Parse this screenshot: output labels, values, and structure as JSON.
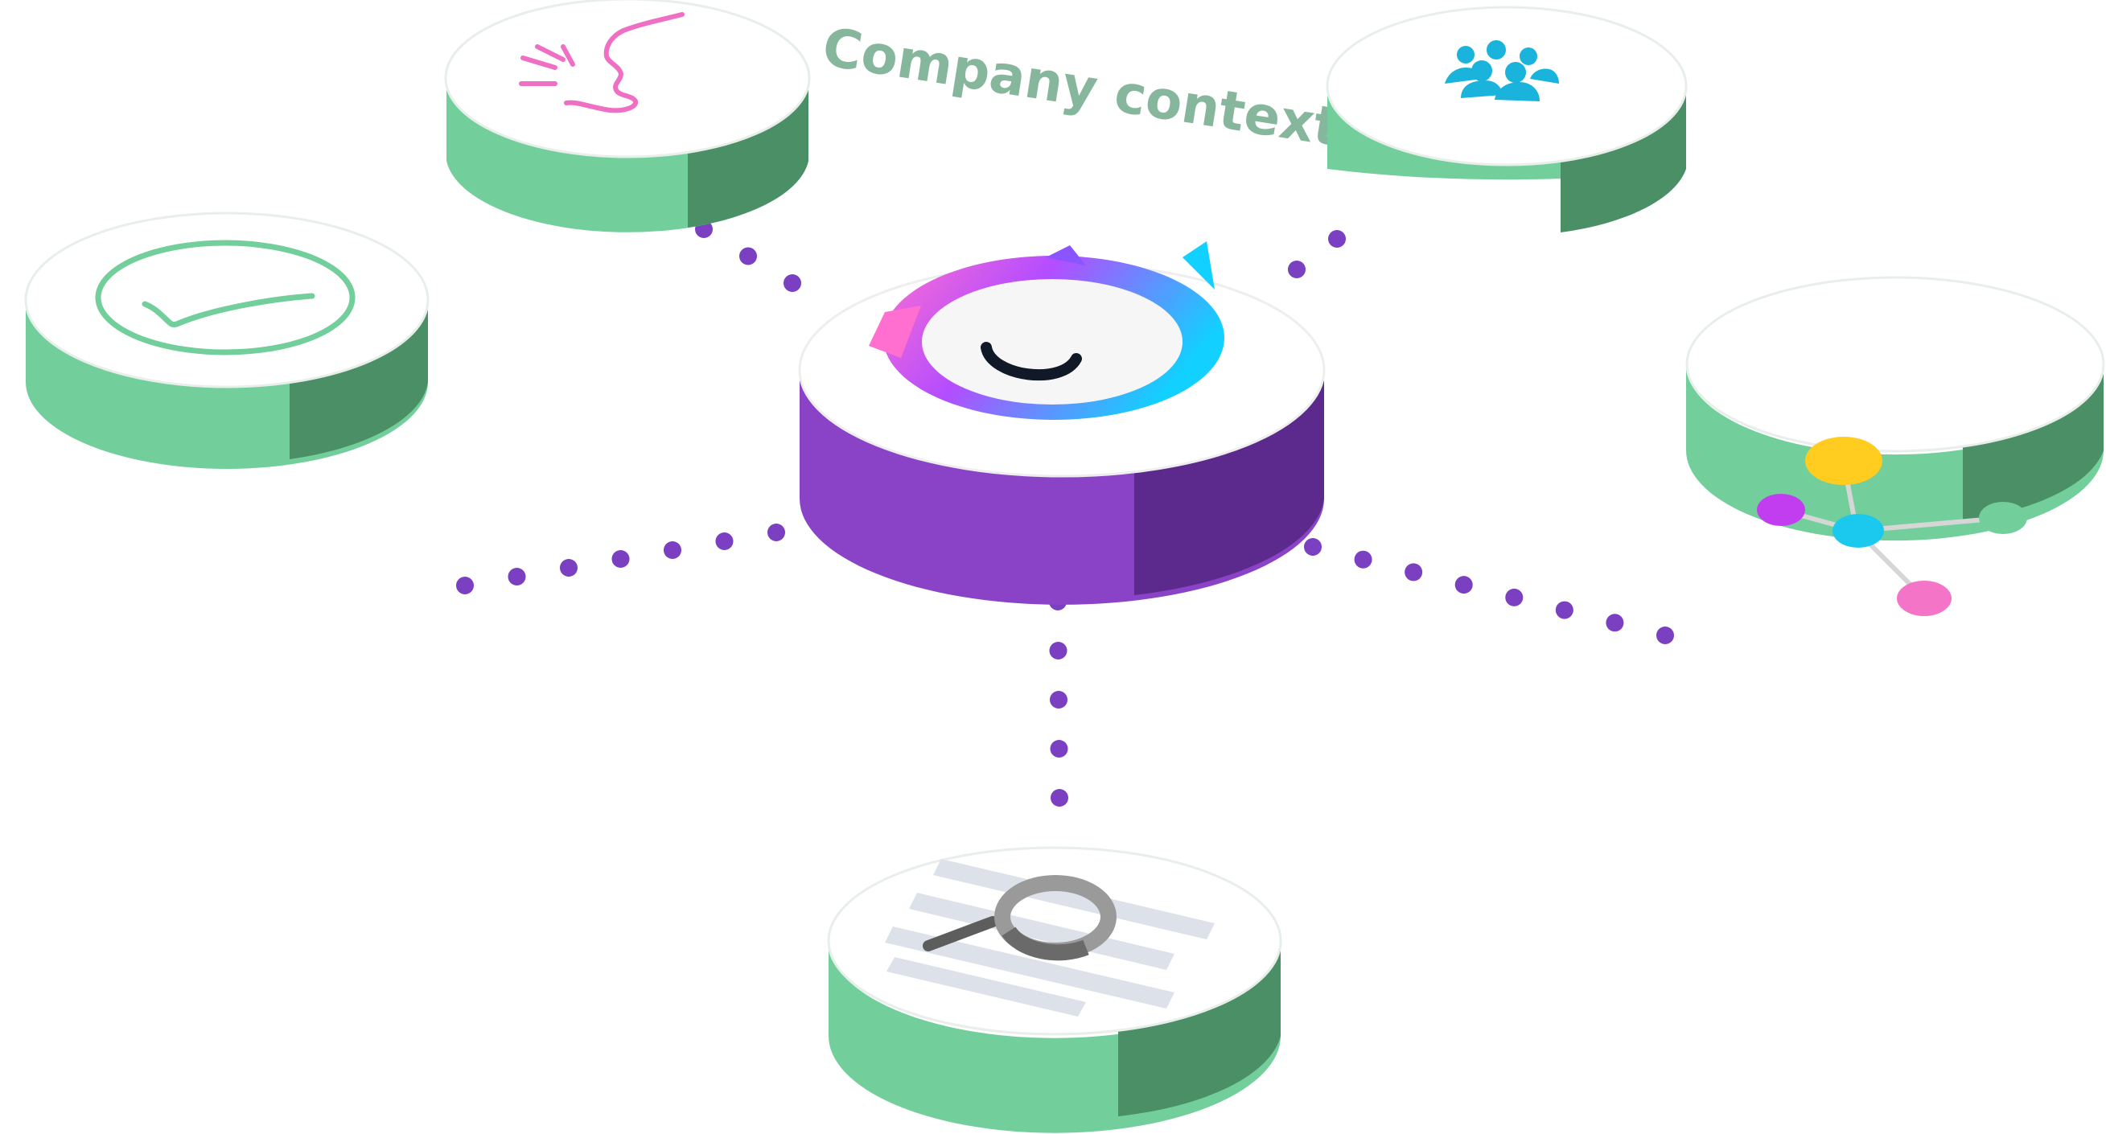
{
  "diagram": {
    "title": "Company context",
    "colors": {
      "background": "#ffffff",
      "disc_top": "#ffffff",
      "disc_side_light": "#72cf9b",
      "disc_side_dark": "#4b8f67",
      "disc_outline": "#e8eeea",
      "hub_side_light": "#8a43c6",
      "hub_side_dark": "#5b2a8c",
      "connector_dots": "#7b3fc1",
      "title_text": "#86b69b"
    },
    "hub": {
      "name": "central-logo",
      "icon": "logo-icon"
    },
    "nodes": [
      {
        "id": "voice",
        "icon": "speaking-head-icon",
        "icon_color": "#ee6fc4"
      },
      {
        "id": "team",
        "icon": "team-people-icon",
        "icon_color": "#1ab3dc"
      },
      {
        "id": "approval",
        "icon": "checkmark-circle-icon",
        "icon_color": "#72cf9b"
      },
      {
        "id": "graph",
        "icon": "network-graph-icon",
        "icon_color": "#23c8ee"
      },
      {
        "id": "search",
        "icon": "document-search-icon",
        "icon_color": "#8c8c8c"
      }
    ]
  }
}
